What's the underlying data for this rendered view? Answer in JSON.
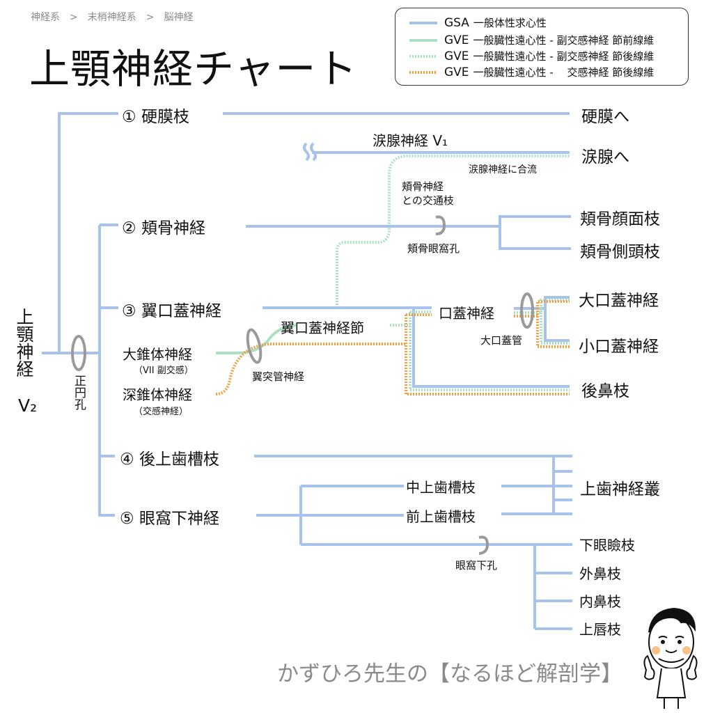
{
  "breadcrumb": [
    "神経系",
    "末梢神経系",
    "脳神経"
  ],
  "breadcrumb_separator": ">",
  "title": "上顎神経チャート",
  "colors": {
    "gsa": "#a7c3ec",
    "gve_pre_parasympathetic": "#a9e0c3",
    "gve_post_parasympathetic": "#a9e0c3",
    "gve_post_sympathetic": "#f0a040",
    "foramen": "#9a9a9a",
    "footer_text": "#8a8a8a"
  },
  "legend": [
    {
      "code": "GSA",
      "label": "一般体性求心性",
      "style": "solid-blue"
    },
    {
      "code": "GVE",
      "label": "一般臓性遠心性 - 副交感神経 節前線維",
      "style": "solid-green"
    },
    {
      "code": "GVE",
      "label": "一般臓性遠心性 - 副交感神経 節後線維",
      "style": "dotted-green"
    },
    {
      "code": "GVE",
      "label": "一般臓性遠心性 -　 交感神経 節後線維",
      "style": "dotted-orange"
    }
  ],
  "root": {
    "label": "上顎神経",
    "sub": "V₂",
    "foramen": "正円孔"
  },
  "branches": [
    {
      "num": "①",
      "label": "硬膜枝",
      "targets": [
        "硬膜へ"
      ]
    },
    {
      "num": "②",
      "label": "頬骨神経",
      "foramen": "頬骨眼窩孔",
      "targets": [
        "頬骨顔面枝",
        "頬骨側頭枝"
      ],
      "communicating": {
        "label_line1": "頬骨神経",
        "label_line2": "との交通枝",
        "joins": "涙腺神経に合流"
      }
    },
    {
      "num": "③",
      "label": "翼口蓋神経",
      "ganglion": "翼口蓋神経節",
      "sub_nerve": "口蓋神経",
      "sub_foramen": "大口蓋管",
      "targets": [
        "大口蓋神経",
        "小口蓋神経",
        "後鼻枝"
      ]
    },
    {
      "num": "④",
      "label": "後上歯槽枝",
      "targets": [
        "上歯神経叢"
      ]
    },
    {
      "num": "⑤",
      "label": "眼窩下神経",
      "foramen": "眼窩下孔",
      "sub_branches": [
        "中上歯槽枝",
        "前上歯槽枝"
      ],
      "targets": [
        "下眼瞼枝",
        "外鼻枝",
        "内鼻枝",
        "上唇枝"
      ]
    }
  ],
  "lacrimal": {
    "label": "涙腺神経 V₁",
    "target": "涙腺へ"
  },
  "inputs": {
    "greater_petrosal": {
      "label": "大錐体神経",
      "note": "（VII 副交感）"
    },
    "deep_petrosal": {
      "label": "深錐体神経",
      "note": "（交感神経）"
    },
    "combined": "翼突管神経"
  },
  "footer": "かずひろ先生の【なるほど解剖学】",
  "mascot": "thumbs-up-teacher-illustration"
}
